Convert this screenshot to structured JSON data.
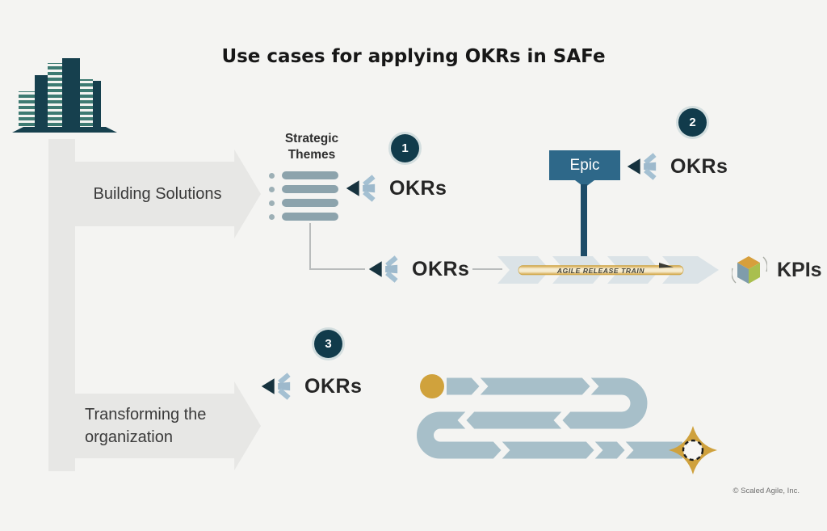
{
  "title": "Use cases for applying OKRs in SAFe",
  "flows": {
    "building": "Building Solutions",
    "transforming_line1": "Transforming the",
    "transforming_line2": "organization"
  },
  "themes": {
    "line1": "Strategic",
    "line2": "Themes"
  },
  "okr": {
    "label": "OKRs"
  },
  "badges": {
    "one": "1",
    "two": "2",
    "three": "3"
  },
  "epic": {
    "label": "Epic"
  },
  "art": {
    "label": "AGILE RELEASE TRAIN"
  },
  "kpi": {
    "label": "KPIs"
  },
  "footer": {
    "copyright": "© Scaled Agile, Inc."
  },
  "colors": {
    "background": "#f4f4f2",
    "dark_teal": "#113b4b",
    "steel_blue": "#2e6889",
    "fan_blue": "#a4c0d2",
    "path_blue": "#a7bfc9",
    "gold": "#d0a23c",
    "arrow_gray": "#e7e7e5"
  }
}
